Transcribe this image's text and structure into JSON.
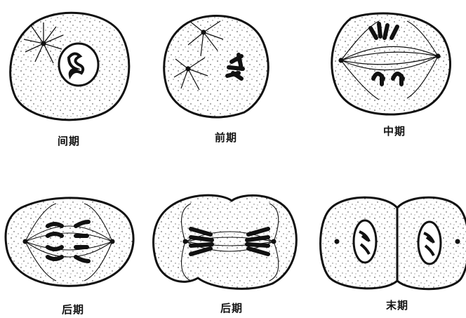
{
  "figure": {
    "stages": [
      {
        "id": "interphase",
        "label": "间期"
      },
      {
        "id": "prophase",
        "label": "前期"
      },
      {
        "id": "metaphase",
        "label": "中期"
      },
      {
        "id": "anaphase-early",
        "label": "后期"
      },
      {
        "id": "anaphase-late",
        "label": "后期"
      },
      {
        "id": "telophase",
        "label": "末期"
      }
    ]
  }
}
